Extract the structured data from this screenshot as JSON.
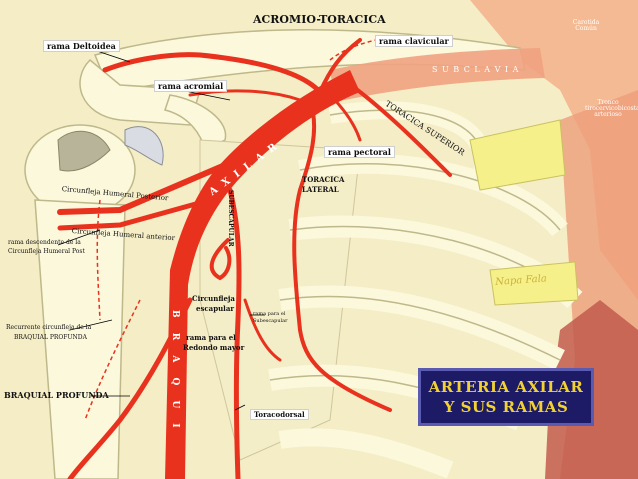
{
  "title": {
    "line1": "ARTERIA  AXILAR",
    "line2": "Y  SUS  RAMAS"
  },
  "labels": {
    "acromio_toracica": "ACROMIO-TORACICA",
    "rama_deltoidea": "rama Deltoidea",
    "rama_clavicular": "rama clavicular",
    "rama_acromial": "rama acromial",
    "subclavia": "S U B C L A V I A",
    "carotida_comun": "Carotida Común",
    "tronco": "Tronco tirocervicobicostal arterioso",
    "toracica_superior": "TORACICA SUPERIOR",
    "rama_pectoral": "rama pectoral",
    "axilar": "A X I L A R",
    "toracica_lateral_1": "TORACICA",
    "toracica_lateral_2": "LATERAL",
    "circunfleja_humeral_posterior": "Circunfleja Humeral Posterior",
    "circunfleja_humeral_anterior": "Circunfleja Humeral anterior",
    "subescapular": "SUBESCAPULAR",
    "rama_descendente_1": "rama descendente de la",
    "rama_descendente_2": "Circunfleja Humeral Post",
    "circunfleja_escapular_1": "Circunfleja",
    "circunfleja_escapular_2": "escapular",
    "rama_subescapular_1": "rama para el",
    "rama_subescapular_2": "Subescapular",
    "recurrente_1": "Recurrente circunfleja de la",
    "recurrente_2": "BRAQUIAL PROFUNDA",
    "rama_redondo_1": "rama para el",
    "rama_redondo_2": "Redondo mayor",
    "braquial": "B R A Q U I",
    "braquial_profunda": "BRAQUIAL PROFUNDA",
    "toracodorsal": "Toracodorsal",
    "napa_fala": "Napa  Fala"
  },
  "colors": {
    "background": "#f6efc9",
    "artery": "#e8321e",
    "bone": "#fbf8dc",
    "skin": "#f6b28a",
    "title_bg": "#1d1b66",
    "title_text": "#f2d233"
  }
}
